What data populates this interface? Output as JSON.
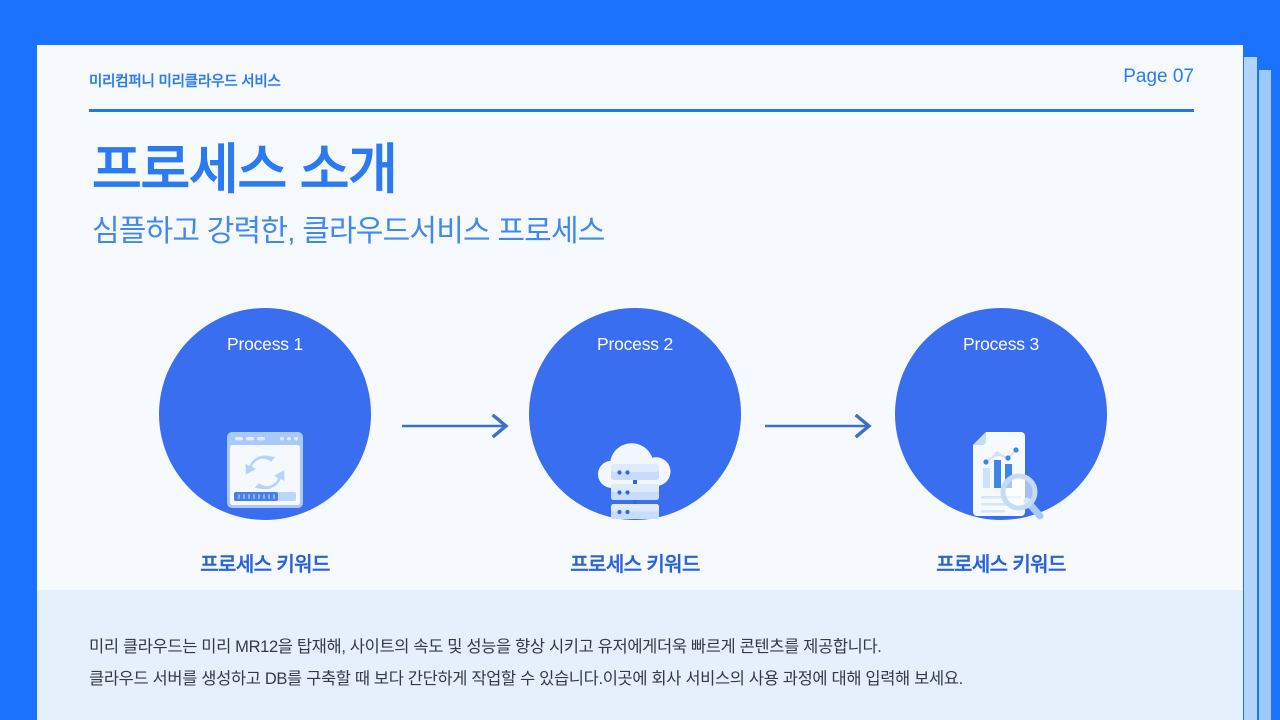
{
  "header": {
    "title": "미리컴퍼니 미리클라우드 서비스",
    "page_label": "Page 07"
  },
  "title_block": {
    "title": "프로세스 소개",
    "subtitle": "심플하고 강력한, 클라우드서비스 프로세스"
  },
  "processes": [
    {
      "label": "Process 1",
      "keyword": "프로세스 키워드",
      "icon": "browser-sync-icon"
    },
    {
      "label": "Process 2",
      "keyword": "프로세스 키워드",
      "icon": "cloud-server-icon"
    },
    {
      "label": "Process 3",
      "keyword": "프로세스 키워드",
      "icon": "document-chart-search-icon"
    }
  ],
  "arrows": [
    {
      "name": "arrow-right-icon"
    },
    {
      "name": "arrow-right-icon"
    }
  ],
  "note": {
    "line1": "미리 클라우드는 미리 MR12을 탑재해, 사이트의 속도 및 성능을 향상 시키고 유저에게더욱 빠르게 콘텐츠를 제공합니다.",
    "line2": "클라우드 서버를 생성하고 DB를 구축할 때 보다 간단하게 작업할 수 있습니다.이곳에 회사 서비스의 사용 과정에 대해 입력해 보세요."
  },
  "colors": {
    "background_blue": "#1b72fd",
    "card_background": "#f6f9fe",
    "circle_blue": "#3a6ef0",
    "title_blue": "#2c7af2",
    "subtitle_blue": "#4189ee",
    "keyword_blue": "#2a63d8",
    "rule_blue": "#1e78f0",
    "note_panel": "#e6f0fc",
    "note_text": "#333a44",
    "arrow_blue": "#3f6fc4",
    "deco_bar_1": "#b3d4fe",
    "deco_bar_2": "#9cc8fe"
  }
}
